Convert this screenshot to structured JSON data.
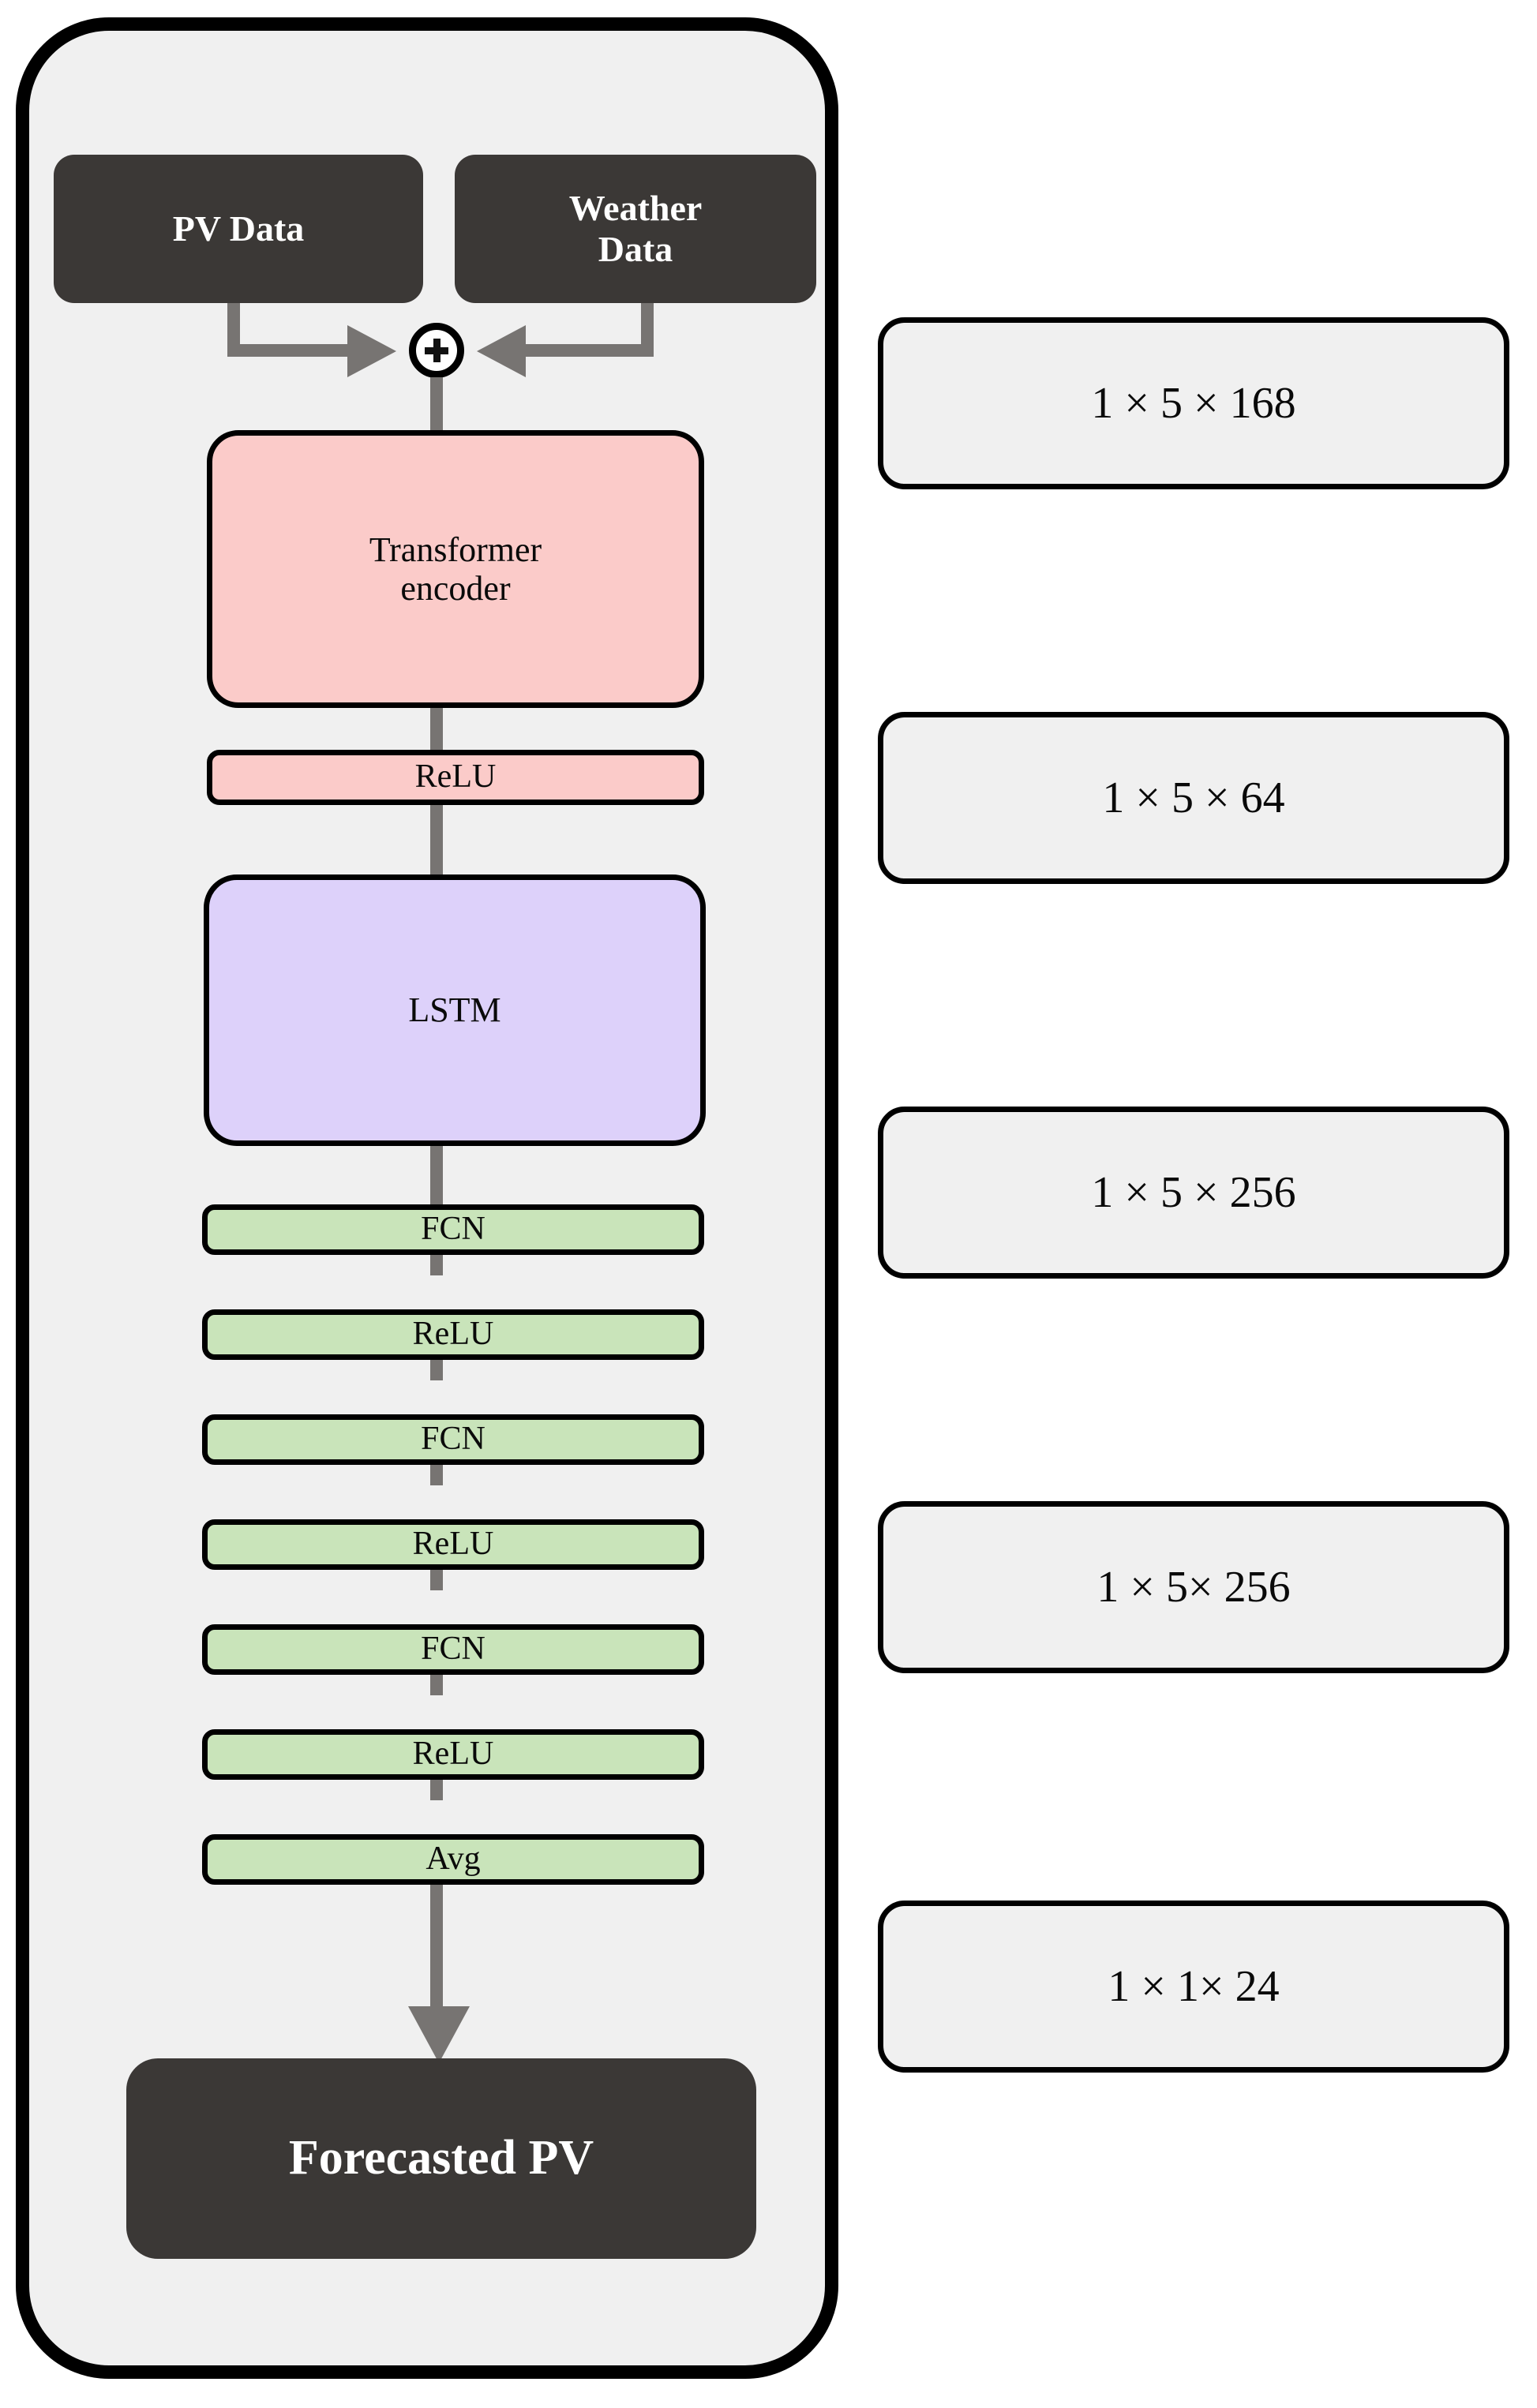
{
  "diagram": {
    "title": "PV forecasting model architecture",
    "colors": {
      "shell_fill": "#f0f0f0",
      "shell_border": "#000000",
      "dark_node": "#3b3836",
      "pink_node": "#fbcbc9",
      "purple_node": "#ddd1fa",
      "green_node": "#c9e4ba",
      "chip_fill": "#f0f0f0",
      "connector": "#777472"
    },
    "inputs": [
      {
        "id": "pv-data",
        "label": "PV Data"
      },
      {
        "id": "weather-data",
        "label": "Weather\nData"
      }
    ],
    "junction": {
      "id": "concat-node",
      "symbol": "+"
    },
    "layers": [
      {
        "id": "transformer-encoder",
        "label": "Transformer\nencoder",
        "style": "pink"
      },
      {
        "id": "relu-1",
        "label": "ReLU",
        "style": "pink"
      },
      {
        "id": "lstm",
        "label": "LSTM",
        "style": "purple"
      },
      {
        "id": "fcn-1",
        "label": "FCN",
        "style": "green"
      },
      {
        "id": "relu-2",
        "label": "ReLU",
        "style": "green"
      },
      {
        "id": "fcn-2",
        "label": "FCN",
        "style": "green"
      },
      {
        "id": "relu-3",
        "label": "ReLU",
        "style": "green"
      },
      {
        "id": "fcn-3",
        "label": "FCN",
        "style": "green"
      },
      {
        "id": "relu-4",
        "label": "ReLU",
        "style": "green"
      },
      {
        "id": "avg",
        "label": "Avg",
        "style": "green"
      }
    ],
    "output": {
      "id": "forecasted-pv",
      "label": "Forecasted PV"
    },
    "tensor_shapes": [
      {
        "id": "shape-1",
        "label": "1 × 5 × 168"
      },
      {
        "id": "shape-2",
        "label": "1 × 5 × 64"
      },
      {
        "id": "shape-3",
        "label": "1 × 5 × 256"
      },
      {
        "id": "shape-4",
        "label": "1 × 5× 256"
      },
      {
        "id": "shape-5",
        "label": "1 × 1× 24"
      }
    ]
  }
}
